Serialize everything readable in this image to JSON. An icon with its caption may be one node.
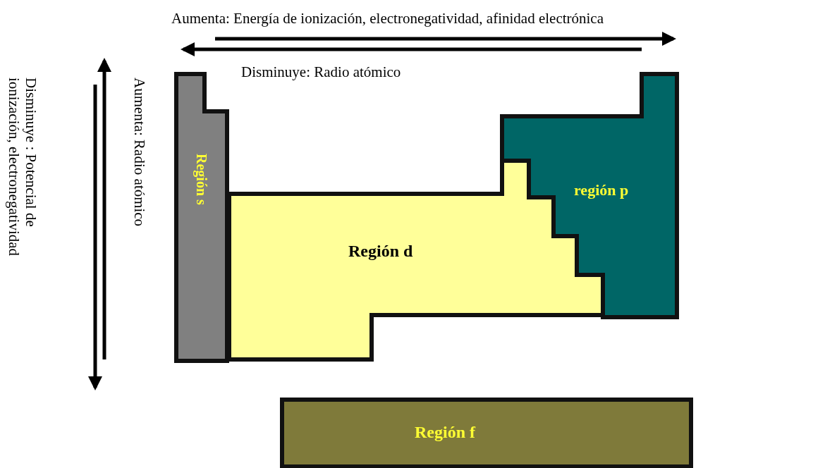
{
  "diagram": {
    "nodes": [
      {
        "text": [
          "Región s"
        ]
      },
      {
        "text": [
          "Región d"
        ]
      },
      {
        "text": [
          "región p"
        ]
      },
      {
        "text": [
          "Región f"
        ]
      }
    ],
    "labels": [
      "Aumenta: Energía de ionización, electronegatividad, afinidad electrónica",
      "Disminuye: Radio atómico",
      "Aumenta: Radio atómico",
      "Disminuye : Potencial de ionización, electronegatividad"
    ]
  }
}
